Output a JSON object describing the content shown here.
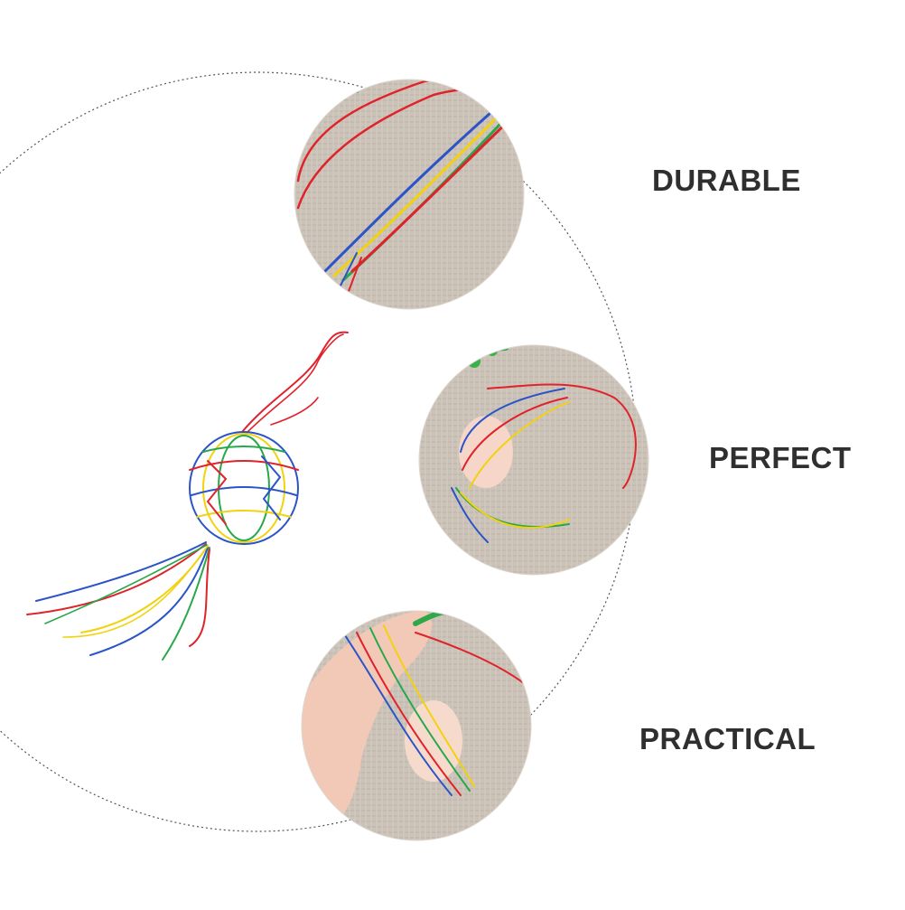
{
  "features": {
    "durable": "DURABLE",
    "perfect": "PERFECT",
    "practical": "PRACTICAL"
  },
  "colors": {
    "text": "#2f2f2f",
    "background": "#ffffff",
    "burlap": "#c9c0b6",
    "cord_red": "#e0222b",
    "cord_blue": "#2b54c8",
    "cord_yellow": "#f2d20f",
    "cord_green": "#27a84a"
  }
}
